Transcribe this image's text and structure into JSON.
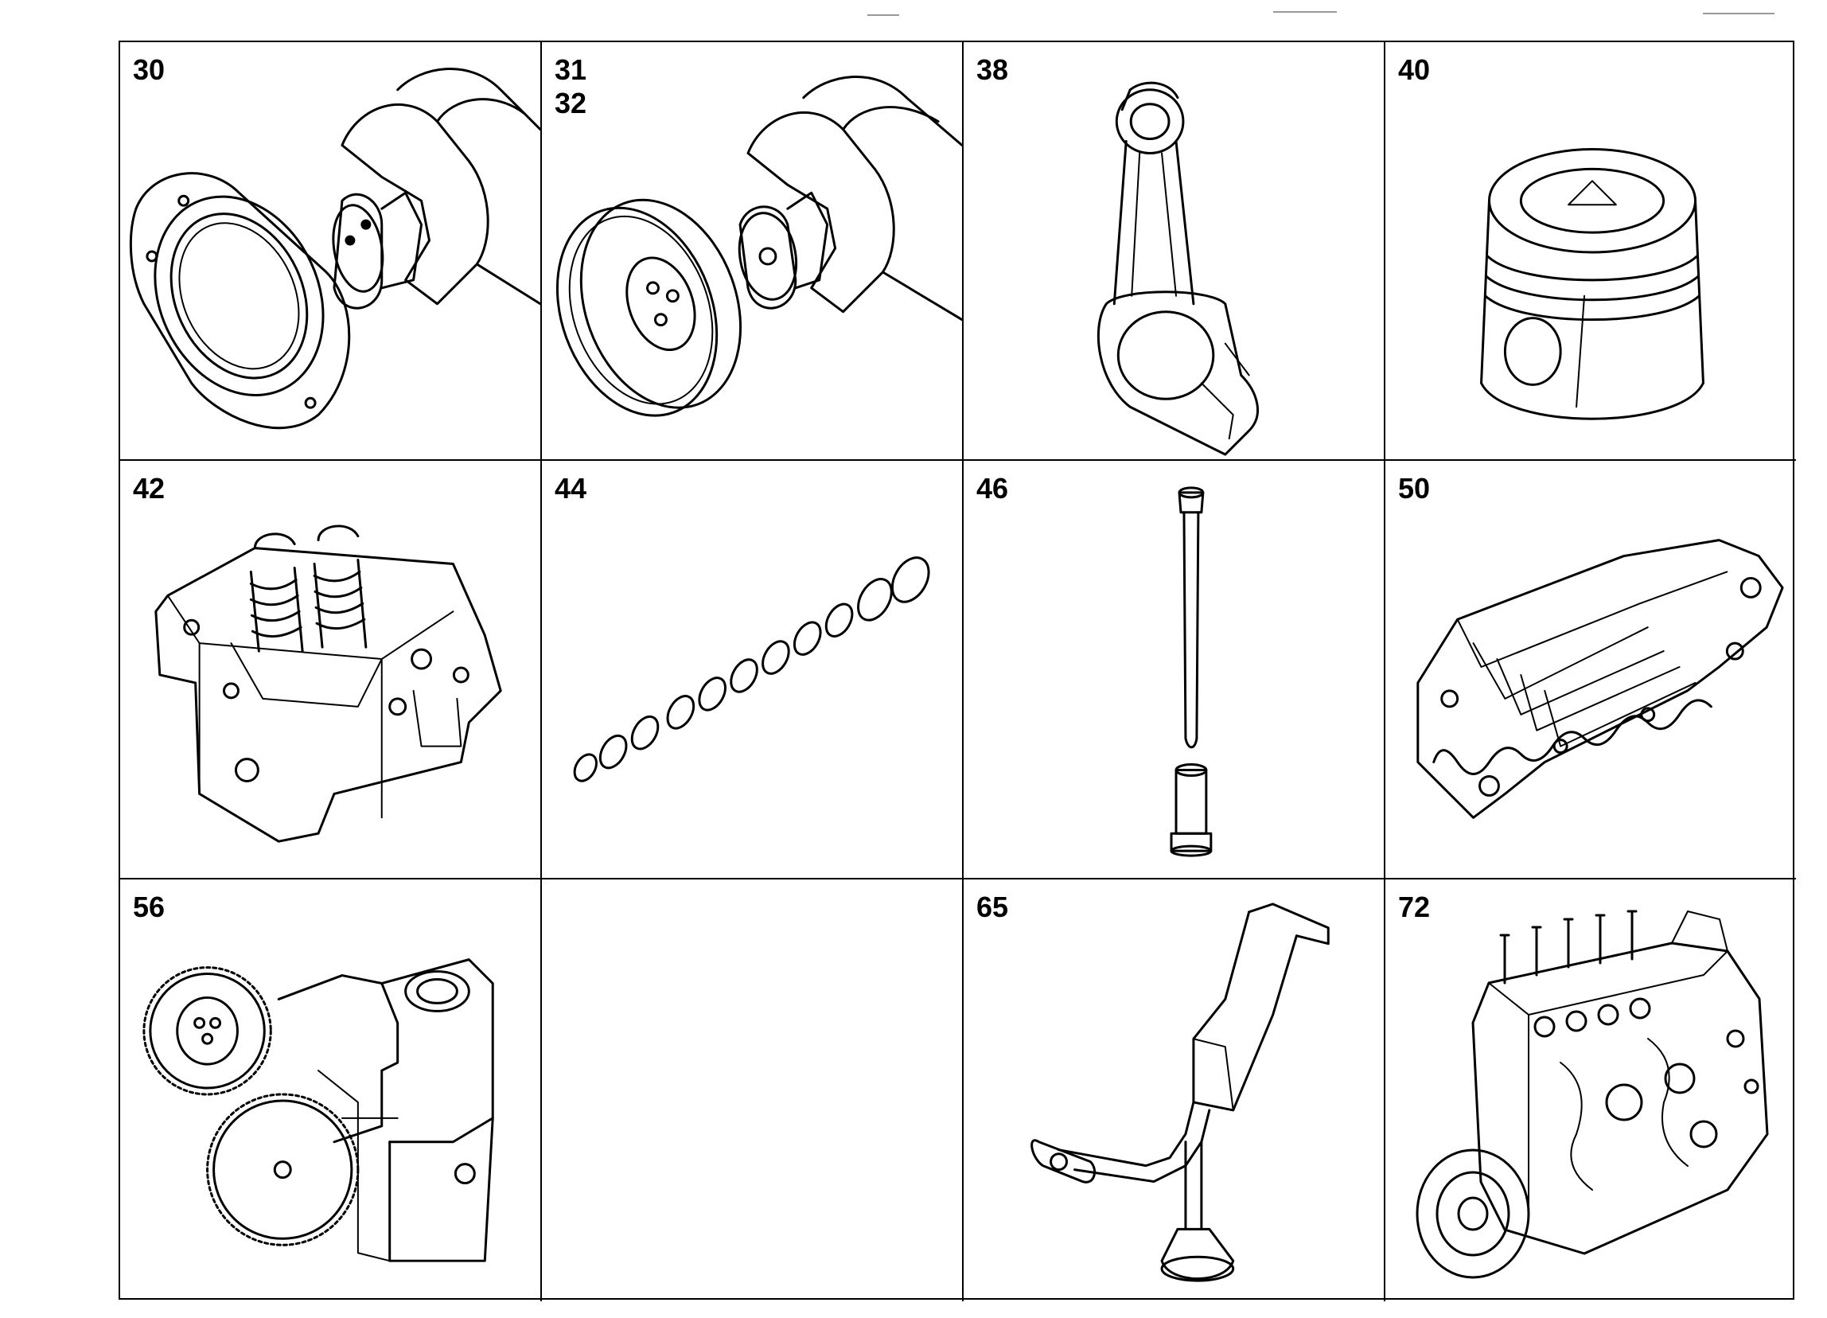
{
  "parts": [
    {
      "label": "30",
      "icon": "crankshaft-rear-seal-icon"
    },
    {
      "label": "31\n32",
      "icon": "crankshaft-vibration-damper-icon"
    },
    {
      "label": "38",
      "icon": "connecting-rod-icon"
    },
    {
      "label": "40",
      "icon": "piston-icon"
    },
    {
      "label": "42",
      "icon": "cylinder-head-icon"
    },
    {
      "label": "44",
      "icon": "camshaft-icon"
    },
    {
      "label": "46",
      "icon": "push-rod-tappet-icon"
    },
    {
      "label": "50",
      "icon": "valve-cover-manifold-icon"
    },
    {
      "label": "56",
      "icon": "oil-pump-gear-icon"
    },
    {
      "label": "",
      "icon": ""
    },
    {
      "label": "65",
      "icon": "oil-suction-pipe-icon"
    },
    {
      "label": "72",
      "icon": "injection-pump-icon"
    }
  ]
}
